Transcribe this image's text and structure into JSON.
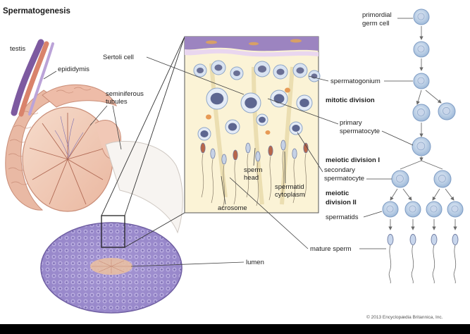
{
  "title": "Spermatogenesis",
  "labels": {
    "testis": "testis",
    "epididymis": "epididymis",
    "seminiferous_tubules": [
      "seminiferous",
      "tubules"
    ],
    "sertoli_cell": "Sertoli cell",
    "sperm_head": [
      "sperm",
      "head"
    ],
    "spermatid_cytoplasm": [
      "spermatid",
      "cytoplasm"
    ],
    "acrosome": "acrosome",
    "lumen": "lumen",
    "mature_sperm": "mature sperm",
    "primordial_germ_cell": [
      "primordial",
      "germ cell"
    ],
    "spermatogonium": "spermatogonium",
    "mitotic_division": "mitotic division",
    "primary_spermatocyte": [
      "primary",
      "spermatocyte"
    ],
    "meiotic_division_1": "meiotic division I",
    "secondary_spermatocyte": [
      "secondary",
      "spermatocyte"
    ],
    "meiotic_division_2": [
      "meiotic",
      "division II"
    ],
    "spermatids": "spermatids"
  },
  "credit": "© 2013 Encyclopædia Britannica, Inc.",
  "colors": {
    "tissue_pink": "#e8a58f",
    "tubule_purple": "#a99ad4",
    "cell_blue": "#c9d8ec",
    "nucleus": "#5d6690",
    "bottom_bar": "#000000"
  }
}
